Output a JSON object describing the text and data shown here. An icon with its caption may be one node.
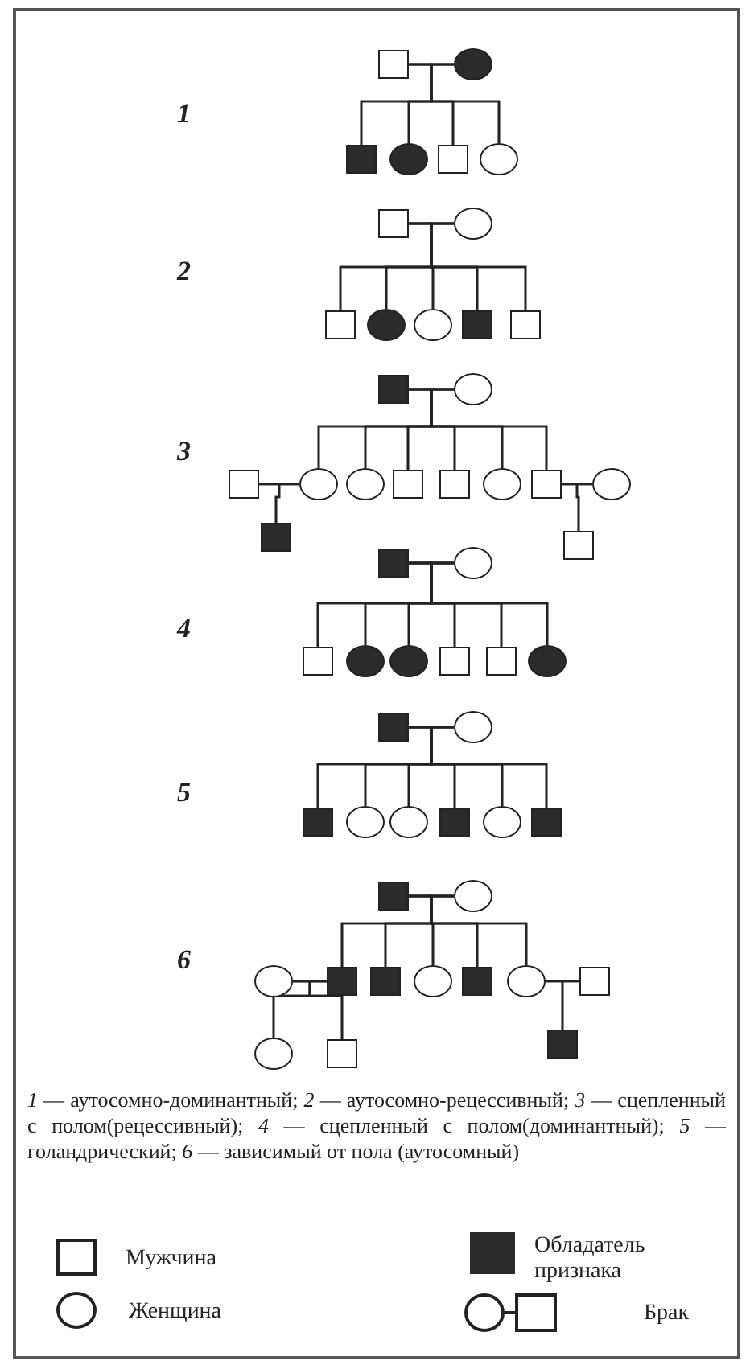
{
  "diagram": {
    "caption": "*1* — аутосомно-доминантный; *2* — аутосомно-рецессивный; *3* — сцепленный с полом(рецессивный); *4* — сцепленный с полом(доминантный); *5* — голандрический; *6* — зависимый от пола (аутосомный)",
    "nodes": [
      {
        "text": [],
        "shape": "square"
      },
      {
        "text": [],
        "shape": "filled-circle"
      },
      {
        "text": [],
        "shape": "filled-square"
      },
      {
        "text": [],
        "shape": "filled-circle"
      },
      {
        "text": [],
        "shape": "square"
      },
      {
        "text": [],
        "shape": "circle"
      },
      {
        "text": [],
        "shape": "square"
      },
      {
        "text": [],
        "shape": "circle"
      },
      {
        "text": [],
        "shape": "square"
      },
      {
        "text": [],
        "shape": "filled-circle"
      },
      {
        "text": [],
        "shape": "circle"
      },
      {
        "text": [],
        "shape": "filled-square"
      },
      {
        "text": [],
        "shape": "square"
      },
      {
        "text": [],
        "shape": "filled-square"
      },
      {
        "text": [],
        "shape": "circle"
      },
      {
        "text": [],
        "shape": "square"
      },
      {
        "text": [],
        "shape": "circle"
      },
      {
        "text": [],
        "shape": "circle"
      },
      {
        "text": [],
        "shape": "square"
      },
      {
        "text": [],
        "shape": "square"
      },
      {
        "text": [],
        "shape": "circle"
      },
      {
        "text": [],
        "shape": "square"
      },
      {
        "text": [],
        "shape": "circle"
      },
      {
        "text": [],
        "shape": "filled-square"
      },
      {
        "text": [],
        "shape": "square"
      },
      {
        "text": [],
        "shape": "filled-square"
      },
      {
        "text": [],
        "shape": "circle"
      },
      {
        "text": [],
        "shape": "square"
      },
      {
        "text": [],
        "shape": "filled-circle"
      },
      {
        "text": [],
        "shape": "filled-circle"
      },
      {
        "text": [],
        "shape": "square"
      },
      {
        "text": [],
        "shape": "square"
      },
      {
        "text": [],
        "shape": "filled-circle"
      },
      {
        "text": [],
        "shape": "filled-square"
      },
      {
        "text": [],
        "shape": "circle"
      },
      {
        "text": [],
        "shape": "filled-square"
      },
      {
        "text": [],
        "shape": "circle"
      },
      {
        "text": [],
        "shape": "circle"
      },
      {
        "text": [],
        "shape": "filled-square"
      },
      {
        "text": [],
        "shape": "circle"
      },
      {
        "text": [],
        "shape": "filled-square"
      },
      {
        "text": [],
        "shape": "filled-square"
      },
      {
        "text": [],
        "shape": "circle"
      },
      {
        "text": [],
        "shape": "circle"
      },
      {
        "text": [],
        "shape": "filled-square"
      },
      {
        "text": [],
        "shape": "filled-square"
      },
      {
        "text": [],
        "shape": "circle"
      },
      {
        "text": [],
        "shape": "filled-square"
      },
      {
        "text": [],
        "shape": "circle"
      },
      {
        "text": [],
        "shape": "square"
      },
      {
        "text": [],
        "shape": "circle"
      },
      {
        "text": [],
        "shape": "square"
      },
      {
        "text": [],
        "shape": "filled-square"
      }
    ],
    "edges": [
      {
        "from": 0,
        "to": 1,
        "arrow": "none"
      },
      {
        "from": 0,
        "to": 2,
        "arrow": "none"
      },
      {
        "from": 1,
        "to": 2,
        "arrow": "none"
      },
      {
        "from": 0,
        "to": 3,
        "arrow": "none"
      },
      {
        "from": 1,
        "to": 3,
        "arrow": "none"
      },
      {
        "from": 0,
        "to": 4,
        "arrow": "none"
      },
      {
        "from": 1,
        "to": 4,
        "arrow": "none"
      },
      {
        "from": 0,
        "to": 5,
        "arrow": "none"
      },
      {
        "from": 1,
        "to": 5,
        "arrow": "none"
      },
      {
        "from": 6,
        "to": 7,
        "arrow": "none"
      },
      {
        "from": 6,
        "to": 8,
        "arrow": "none"
      },
      {
        "from": 7,
        "to": 8,
        "arrow": "none"
      },
      {
        "from": 6,
        "to": 9,
        "arrow": "none"
      },
      {
        "from": 7,
        "to": 9,
        "arrow": "none"
      },
      {
        "from": 6,
        "to": 10,
        "arrow": "none"
      },
      {
        "from": 7,
        "to": 10,
        "arrow": "none"
      },
      {
        "from": 6,
        "to": 11,
        "arrow": "none"
      },
      {
        "from": 7,
        "to": 11,
        "arrow": "none"
      },
      {
        "from": 6,
        "to": 12,
        "arrow": "none"
      },
      {
        "from": 7,
        "to": 12,
        "arrow": "none"
      },
      {
        "from": 13,
        "to": 14,
        "arrow": "none"
      },
      {
        "from": 13,
        "to": 16,
        "arrow": "none"
      },
      {
        "from": 14,
        "to": 16,
        "arrow": "none"
      },
      {
        "from": 13,
        "to": 17,
        "arrow": "none"
      },
      {
        "from": 14,
        "to": 17,
        "arrow": "none"
      },
      {
        "from": 13,
        "to": 18,
        "arrow": "none"
      },
      {
        "from": 14,
        "to": 18,
        "arrow": "none"
      },
      {
        "from": 13,
        "to": 19,
        "arrow": "none"
      },
      {
        "from": 14,
        "to": 19,
        "arrow": "none"
      },
      {
        "from": 13,
        "to": 20,
        "arrow": "none"
      },
      {
        "from": 14,
        "to": 20,
        "arrow": "none"
      },
      {
        "from": 13,
        "to": 21,
        "arrow": "none"
      },
      {
        "from": 14,
        "to": 21,
        "arrow": "none"
      },
      {
        "from": 15,
        "to": 16,
        "arrow": "none"
      },
      {
        "from": 15,
        "to": 23,
        "arrow": "none"
      },
      {
        "from": 16,
        "to": 23,
        "arrow": "none"
      },
      {
        "from": 21,
        "to": 22,
        "arrow": "none"
      },
      {
        "from": 21,
        "to": 24,
        "arrow": "none"
      },
      {
        "from": 22,
        "to": 24,
        "arrow": "none"
      },
      {
        "from": 25,
        "to": 26,
        "arrow": "none"
      },
      {
        "from": 25,
        "to": 27,
        "arrow": "none"
      },
      {
        "from": 26,
        "to": 27,
        "arrow": "none"
      },
      {
        "from": 25,
        "to": 28,
        "arrow": "none"
      },
      {
        "from": 26,
        "to": 28,
        "arrow": "none"
      },
      {
        "from": 25,
        "to": 29,
        "arrow": "none"
      },
      {
        "from": 26,
        "to": 29,
        "arrow": "none"
      },
      {
        "from": 25,
        "to": 30,
        "arrow": "none"
      },
      {
        "from": 26,
        "to": 30,
        "arrow": "none"
      },
      {
        "from": 25,
        "to": 31,
        "arrow": "none"
      },
      {
        "from": 26,
        "to": 31,
        "arrow": "none"
      },
      {
        "from": 25,
        "to": 32,
        "arrow": "none"
      },
      {
        "from": 26,
        "to": 32,
        "arrow": "none"
      },
      {
        "from": 33,
        "to": 34,
        "arrow": "none"
      },
      {
        "from": 33,
        "to": 35,
        "arrow": "none"
      },
      {
        "from": 34,
        "to": 35,
        "arrow": "none"
      },
      {
        "from": 33,
        "to": 36,
        "arrow": "none"
      },
      {
        "from": 34,
        "to": 36,
        "arrow": "none"
      },
      {
        "from": 33,
        "to": 37,
        "arrow": "none"
      },
      {
        "from": 34,
        "to": 37,
        "arrow": "none"
      },
      {
        "from": 33,
        "to": 38,
        "arrow": "none"
      },
      {
        "from": 34,
        "to": 38,
        "arrow": "none"
      },
      {
        "from": 33,
        "to": 39,
        "arrow": "none"
      },
      {
        "from": 34,
        "to": 39,
        "arrow": "none"
      },
      {
        "from": 33,
        "to": 40,
        "arrow": "none"
      },
      {
        "from": 34,
        "to": 40,
        "arrow": "none"
      },
      {
        "from": 41,
        "to": 42,
        "arrow": "none"
      },
      {
        "from": 41,
        "to": 44,
        "arrow": "none"
      },
      {
        "from": 42,
        "to": 44,
        "arrow": "none"
      },
      {
        "from": 41,
        "to": 45,
        "arrow": "none"
      },
      {
        "from": 42,
        "to": 45,
        "arrow": "none"
      },
      {
        "from": 41,
        "to": 46,
        "arrow": "none"
      },
      {
        "from": 42,
        "to": 46,
        "arrow": "none"
      },
      {
        "from": 41,
        "to": 47,
        "arrow": "none"
      },
      {
        "from": 42,
        "to": 47,
        "arrow": "none"
      },
      {
        "from": 41,
        "to": 48,
        "arrow": "none"
      },
      {
        "from": 42,
        "to": 48,
        "arrow": "none"
      },
      {
        "from": 43,
        "to": 44,
        "arrow": "none"
      },
      {
        "from": 43,
        "to": 50,
        "arrow": "none"
      },
      {
        "from": 44,
        "to": 50,
        "arrow": "none"
      },
      {
        "from": 43,
        "to": 51,
        "arrow": "none"
      },
      {
        "from": 44,
        "to": 51,
        "arrow": "none"
      },
      {
        "from": 48,
        "to": 49,
        "arrow": "none"
      },
      {
        "from": 48,
        "to": 52,
        "arrow": "none"
      },
      {
        "from": 49,
        "to": 52,
        "arrow": "none"
      }
    ],
    "labels": [
      "1",
      "2",
      "3",
      "4",
      "5",
      "6"
    ],
    "legend": [
      {
        "text": "Мужчина"
      },
      {
        "text": "Обладатель признака",
        "color": "#2b2b2b"
      },
      {
        "text": "Женщина"
      },
      {
        "text": "Брак"
      }
    ]
  }
}
